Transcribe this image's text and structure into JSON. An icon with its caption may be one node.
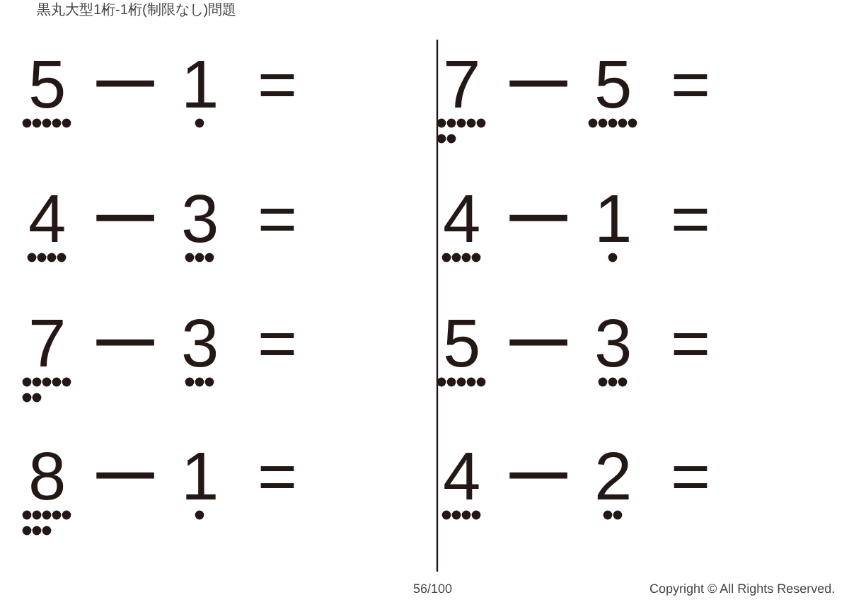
{
  "diagram": {
    "labels": [
      "黒丸大型1桁-1桁(制限なし)問題",
      "5",
      "−",
      "1",
      "=",
      "7",
      "−",
      "5",
      "=",
      "4",
      "−",
      "3",
      "=",
      "4",
      "−",
      "1",
      "=",
      "7",
      "−",
      "3",
      "=",
      "5",
      "−",
      "3",
      "=",
      "8",
      "−",
      "1",
      "=",
      "4",
      "−",
      "2",
      "=",
      "56/100",
      "Copyright © All Rights Reserved."
    ]
  }
}
